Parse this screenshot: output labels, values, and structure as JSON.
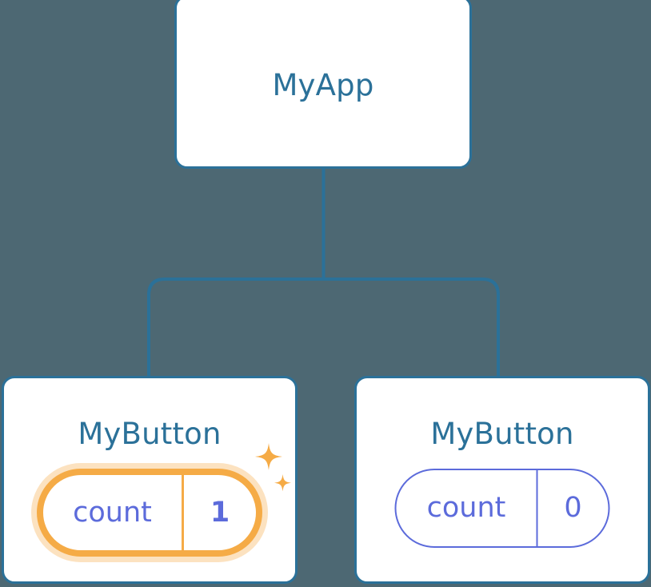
{
  "diagram": {
    "type": "component-tree",
    "background_color": "#4d6873",
    "connector_color": "#2b7199",
    "title_color": "#2b7199",
    "state_color": "#5c6bdb",
    "highlight_color": "#f5ab46",
    "root": {
      "label": "MyApp"
    },
    "children": [
      {
        "label": "MyButton",
        "state": {
          "key": "count",
          "value": "1"
        },
        "highlighted": true,
        "sparkles": [
          "sparkle-large",
          "sparkle-small"
        ]
      },
      {
        "label": "MyButton",
        "state": {
          "key": "count",
          "value": "0"
        },
        "highlighted": false
      }
    ]
  }
}
